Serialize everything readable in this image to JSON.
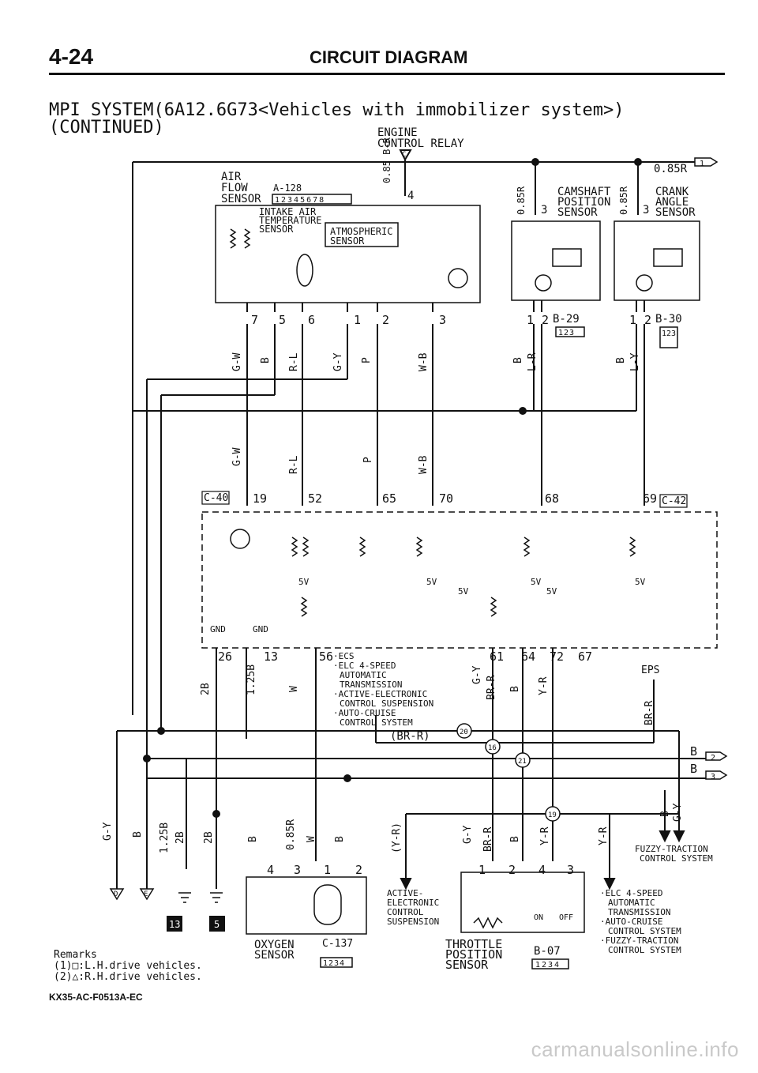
{
  "page": {
    "number": "4-24",
    "section": "CIRCUIT DIAGRAM",
    "title_line1": "MPI SYSTEM(6A12.6G73<Vehicles with immobilizer system>)",
    "title_line2": "(CONTINUED)",
    "drawing_code": "KX35-AC-F0513A-EC",
    "watermark": "carmanualsonline.info"
  },
  "remarks": {
    "title": "Remarks",
    "line1": "(1)□:L.H.drive vehicles.",
    "line2": "(2)△:R.H.drive vehicles."
  },
  "components": {
    "ecr": {
      "line1": "ENGINE",
      "line2": "CONTROL RELAY",
      "pin": "C",
      "wire": "0.85 B-R",
      "terminal": "4"
    },
    "afs": {
      "line1": "AIR",
      "line2": "FLOW",
      "line3": "SENSOR",
      "connector": "A-128",
      "pins": "12345678"
    },
    "iat": {
      "line1": "INTAKE AIR",
      "line2": "TEMPERATURE",
      "line3": "SENSOR"
    },
    "atm": {
      "line1": "ATMOSPHERIC",
      "line2": "SENSOR"
    },
    "cam": {
      "line1": "CAMSHAFT",
      "line2": "POSITION",
      "line3": "SENSOR",
      "connector": "B-29",
      "pins": "123",
      "wire": "0.85R",
      "terminal": "3"
    },
    "crank": {
      "line1": "CRANK",
      "line2": "ANGLE",
      "line3": "SENSOR",
      "connector": "B-30",
      "pins": "123",
      "wire": "0.85R",
      "terminal": "3"
    },
    "o2": {
      "line1": "OXYGEN",
      "line2": "SENSOR",
      "connector": "C-137",
      "pins": "1234"
    },
    "tps": {
      "line1": "THROTTLE",
      "line2": "POSITION",
      "line3": "SENSOR",
      "connector": "B-07",
      "pins": "1234"
    },
    "aecs": {
      "line1": "ACTIVE-",
      "line2": "ELECTRONIC",
      "line3": "CONTROL",
      "line4": "SUSPENSION"
    },
    "ecu_c40": "C-40",
    "ecu_c42": "C-42",
    "eps": "EPS",
    "ftcs": {
      "line1": "FUZZY-TRACTION",
      "line2": "CONTROL SYSTEM"
    },
    "right_box": {
      "line1": "·ELC 4-SPEED",
      "line2": "AUTOMATIC",
      "line3": "TRANSMISSION",
      "line4": "·AUTO-CRUISE",
      "line5": "CONTROL SYSTEM",
      "line6": "·FUZZY-TRACTION",
      "line7": "CONTROL SYSTEM"
    },
    "mid_box": {
      "line1": "·ECS",
      "line2": "·ELC 4-SPEED",
      "line3": "AUTOMATIC",
      "line4": "TRANSMISSION",
      "line5": "·ACTIVE-ELECTRONIC",
      "line6": "CONTROL SUSPENSION",
      "line7": "·AUTO-CRUISE",
      "line8": "CONTROL SYSTEM"
    },
    "switch_on": "ON",
    "switch_off": "OFF"
  },
  "wire_colors": {
    "gw": "G-W",
    "b": "B",
    "rl": "R-L",
    "gy": "G-Y",
    "p": "P",
    "wb": "W-B",
    "lr": "L-R",
    "ly": "L-Y",
    "b2": "2B",
    "b125": "1.25B",
    "w": "W",
    "brr": "BR-R",
    "yr": "Y-R",
    "yr_paren": "(Y-R)",
    "brr_paren": "(BR-R)",
    "r085": "0.85R",
    "r085b": "0.85R",
    "br_r_eps": "BR-R",
    "gy2": "G-Y",
    "b_right": "B",
    "b_right2": "B",
    "b2b": "2B",
    "b125b": "1.25B"
  },
  "pin_numbers": {
    "afs": [
      "7",
      "5",
      "6",
      "1",
      "2",
      "3"
    ],
    "cam": [
      "1",
      "2"
    ],
    "crank": [
      "1",
      "2"
    ],
    "ecu_top": [
      "19",
      "52",
      "65",
      "70",
      "68",
      "69"
    ],
    "ecu_bot": [
      "26",
      "13",
      "56",
      "61",
      "64",
      "72",
      "67"
    ],
    "o2": [
      "4",
      "3",
      "1",
      "2"
    ],
    "tps": [
      "1",
      "2",
      "4",
      "3"
    ]
  },
  "ecu_labels": {
    "v5": "5V",
    "gnd": "GND"
  },
  "junctions": [
    "20",
    "16",
    "21",
    "19"
  ],
  "offpage": {
    "b1": "1",
    "b2": "2",
    "b3": "3",
    "d": "D",
    "e": "E",
    "box13": "13",
    "box5": "5",
    "r085top": "0.85R"
  }
}
